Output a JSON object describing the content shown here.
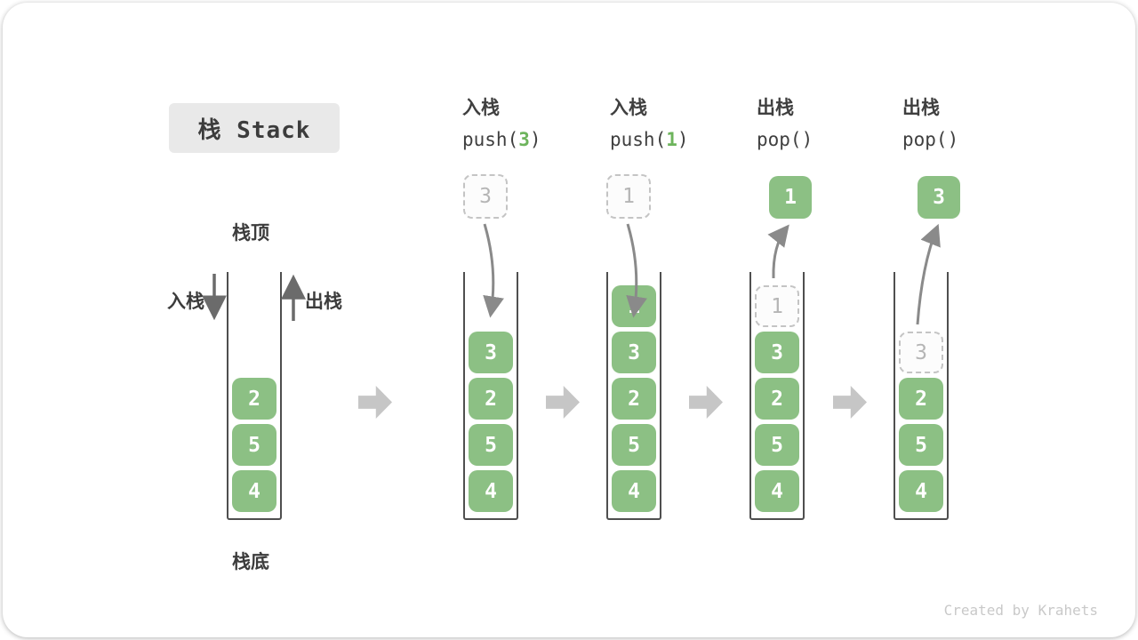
{
  "title": "栈 Stack",
  "labels": {
    "stack_top": "栈顶",
    "stack_bottom": "栈底",
    "push": "入栈",
    "pop": "出栈"
  },
  "operations": [
    {
      "name": "入栈",
      "code_before": "push(",
      "arg": "3",
      "code_after": ")"
    },
    {
      "name": "入栈",
      "code_before": "push(",
      "arg": "1",
      "code_after": ")"
    },
    {
      "name": "出栈",
      "code_before": "pop(",
      "arg": "",
      "code_after": ")"
    },
    {
      "name": "出栈",
      "code_before": "pop(",
      "arg": "",
      "code_after": ")"
    }
  ],
  "stacks": [
    {
      "cells": [
        "2",
        "5",
        "4"
      ]
    },
    {
      "incoming": "3",
      "cells": [
        "3",
        "2",
        "5",
        "4"
      ]
    },
    {
      "incoming": "1",
      "cells": [
        "1",
        "3",
        "2",
        "5",
        "4"
      ]
    },
    {
      "outgoing": "1",
      "removed": "1",
      "cells": [
        "3",
        "2",
        "5",
        "4"
      ]
    },
    {
      "outgoing": "3",
      "removed": "3",
      "cells": [
        "2",
        "5",
        "4"
      ]
    }
  ],
  "watermark": "Created by Krahets",
  "colors": {
    "cell_green": "#8cc084",
    "arg_green": "#6db45c",
    "arrow_gray": "#8a8a8a",
    "flow_arrow_gray": "#c6c6c6",
    "dashed_border": "#c4c4c4",
    "container_border": "#4f4f4f",
    "text_dark": "#3c3c3c",
    "title_bg": "#e9e9e9",
    "watermark_gray": "#c9c9c9"
  }
}
